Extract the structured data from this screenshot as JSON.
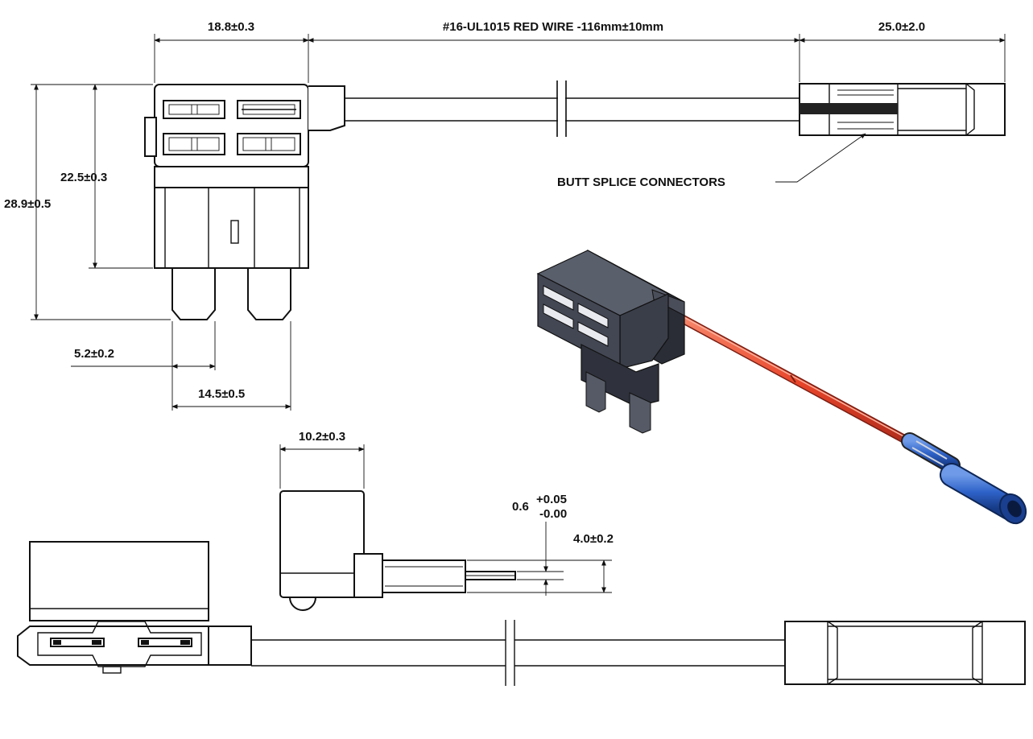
{
  "labels": {
    "top_width": "18.8±0.3",
    "wire": "#16-UL1015 RED WIRE -116mm±10mm",
    "connector_length": "25.0±2.0",
    "butt_splice": "BUTT SPLICE CONNECTORS",
    "height_inner": "22.5±0.3",
    "height_total": "28.9±0.5",
    "blade_width": "5.2±0.2",
    "blade_span": "14.5±0.5",
    "side_width": "10.2±0.3",
    "blade_thickness_nominal": "0.6",
    "blade_thickness_plus": "+0.05",
    "blade_thickness_minus": "-0.00",
    "blade_depth": "4.0±0.2"
  },
  "colors": {
    "line": "#111111",
    "wire_3d": "#e8452a",
    "connector_3d": "#2f63c9",
    "housing_3d": "#3f4350"
  }
}
